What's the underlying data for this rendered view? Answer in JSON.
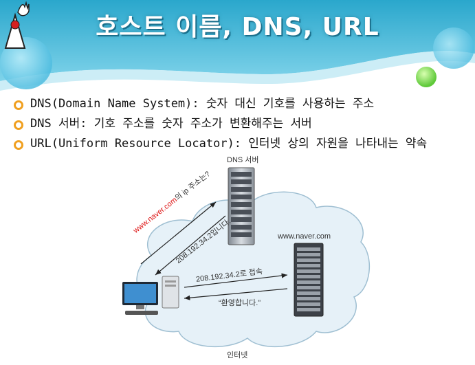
{
  "slide": {
    "title": "호스트 이름, DNS, URL",
    "bullets": [
      "DNS(Domain Name System): 숫자 대신 기호를 사용하는 주소",
      "DNS 서버: 기호 주소를 숫자 주소가 변환해주는 서버",
      "URL(Uniform Resource Locator): 인터넷 상의 자원을 나타내는 약속"
    ],
    "icons": {
      "bullet": "ring-bullet-icon",
      "logo": "java-duke-mascot-icon"
    },
    "colors": {
      "header_teal": "#3fb8d8",
      "bullet_orange": "#f0a020",
      "accent_green": "#7ed957"
    }
  },
  "diagram": {
    "dns_server_label": "DNS 서버",
    "web_server_label": "www.naver.com",
    "internet_label": "인터넷",
    "query_prefix": "www.naver.com",
    "query_suffix": "의 ip 주소는?",
    "response": "208.192.34.2입니다.",
    "connect": "208.192.34.2로 접속",
    "welcome": "“환영합니다.”"
  }
}
